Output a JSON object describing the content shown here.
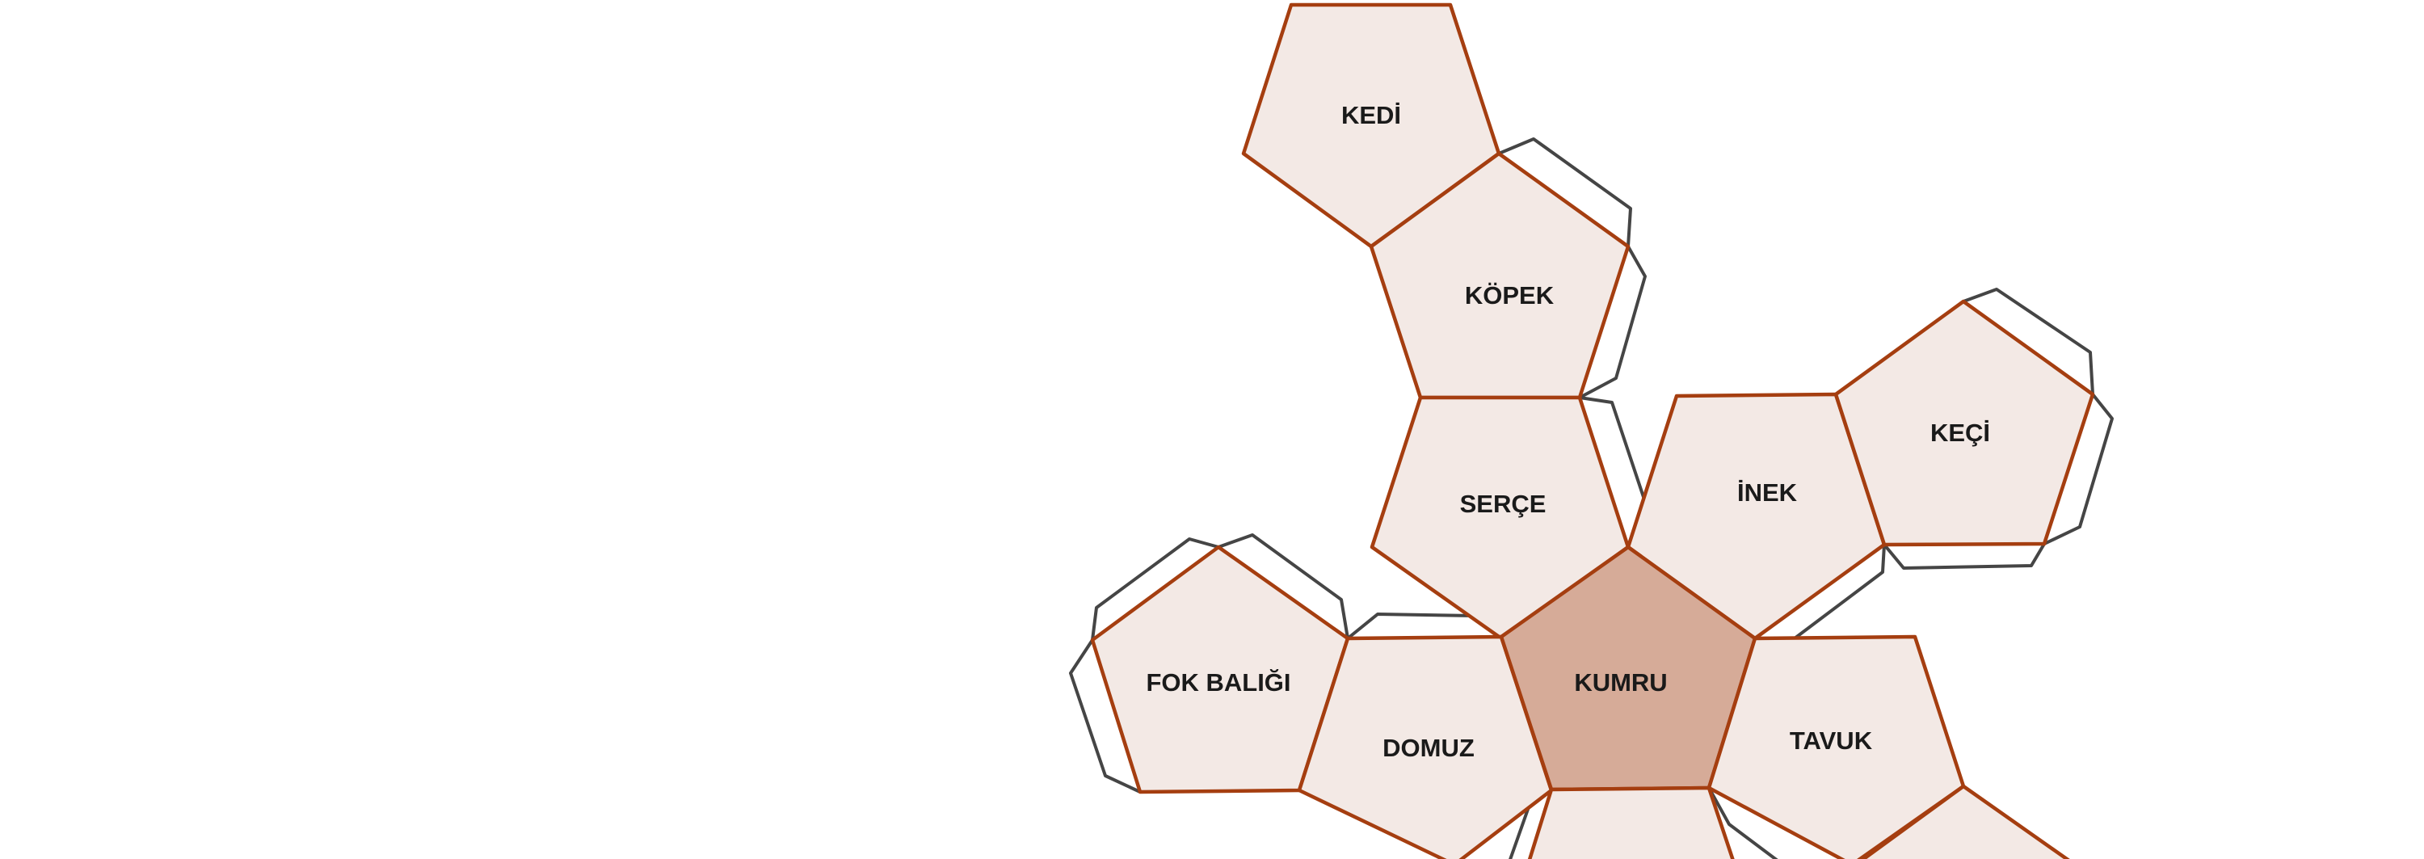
{
  "colors": {
    "face_fill": "#f3e9e5",
    "center_fill": "#d6ab98",
    "face_stroke": "#a53e10",
    "flap_stroke": "#454545",
    "label_text": "#1a1a1a",
    "background": "#ffffff"
  },
  "faces": [
    {
      "id": "kedi",
      "label": "KEDİ",
      "center": false
    },
    {
      "id": "kopek",
      "label": "KÖPEK",
      "center": false
    },
    {
      "id": "serce",
      "label": "SERÇE",
      "center": false
    },
    {
      "id": "inek",
      "label": "İNEK",
      "center": false
    },
    {
      "id": "keci",
      "label": "KEÇİ",
      "center": false
    },
    {
      "id": "fok-baligi",
      "label": "FOK BALIĞI",
      "center": false
    },
    {
      "id": "domuz",
      "label": "DOMUZ",
      "center": false
    },
    {
      "id": "kumru",
      "label": "KUMRU",
      "center": true
    },
    {
      "id": "tavuk",
      "label": "TAVUK",
      "center": false
    },
    {
      "id": "bottom-middle",
      "label": "",
      "center": false
    },
    {
      "id": "bottom-right",
      "label": "",
      "center": false
    }
  ]
}
